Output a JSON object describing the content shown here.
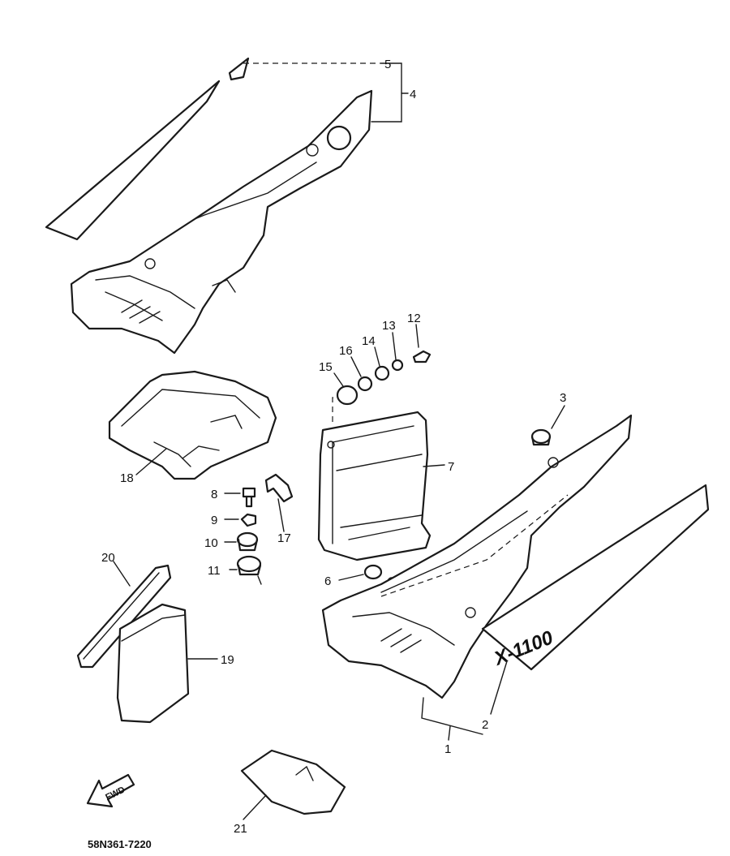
{
  "diagram": {
    "part_code": "58N361-7220",
    "decal_text": "X-1100",
    "arrow_text": "FWD",
    "callouts": [
      "1",
      "2",
      "3",
      "4",
      "5",
      "6",
      "7",
      "8",
      "9",
      "10",
      "11",
      "12",
      "13",
      "14",
      "15",
      "16",
      "17",
      "18",
      "19",
      "20",
      "21"
    ]
  }
}
